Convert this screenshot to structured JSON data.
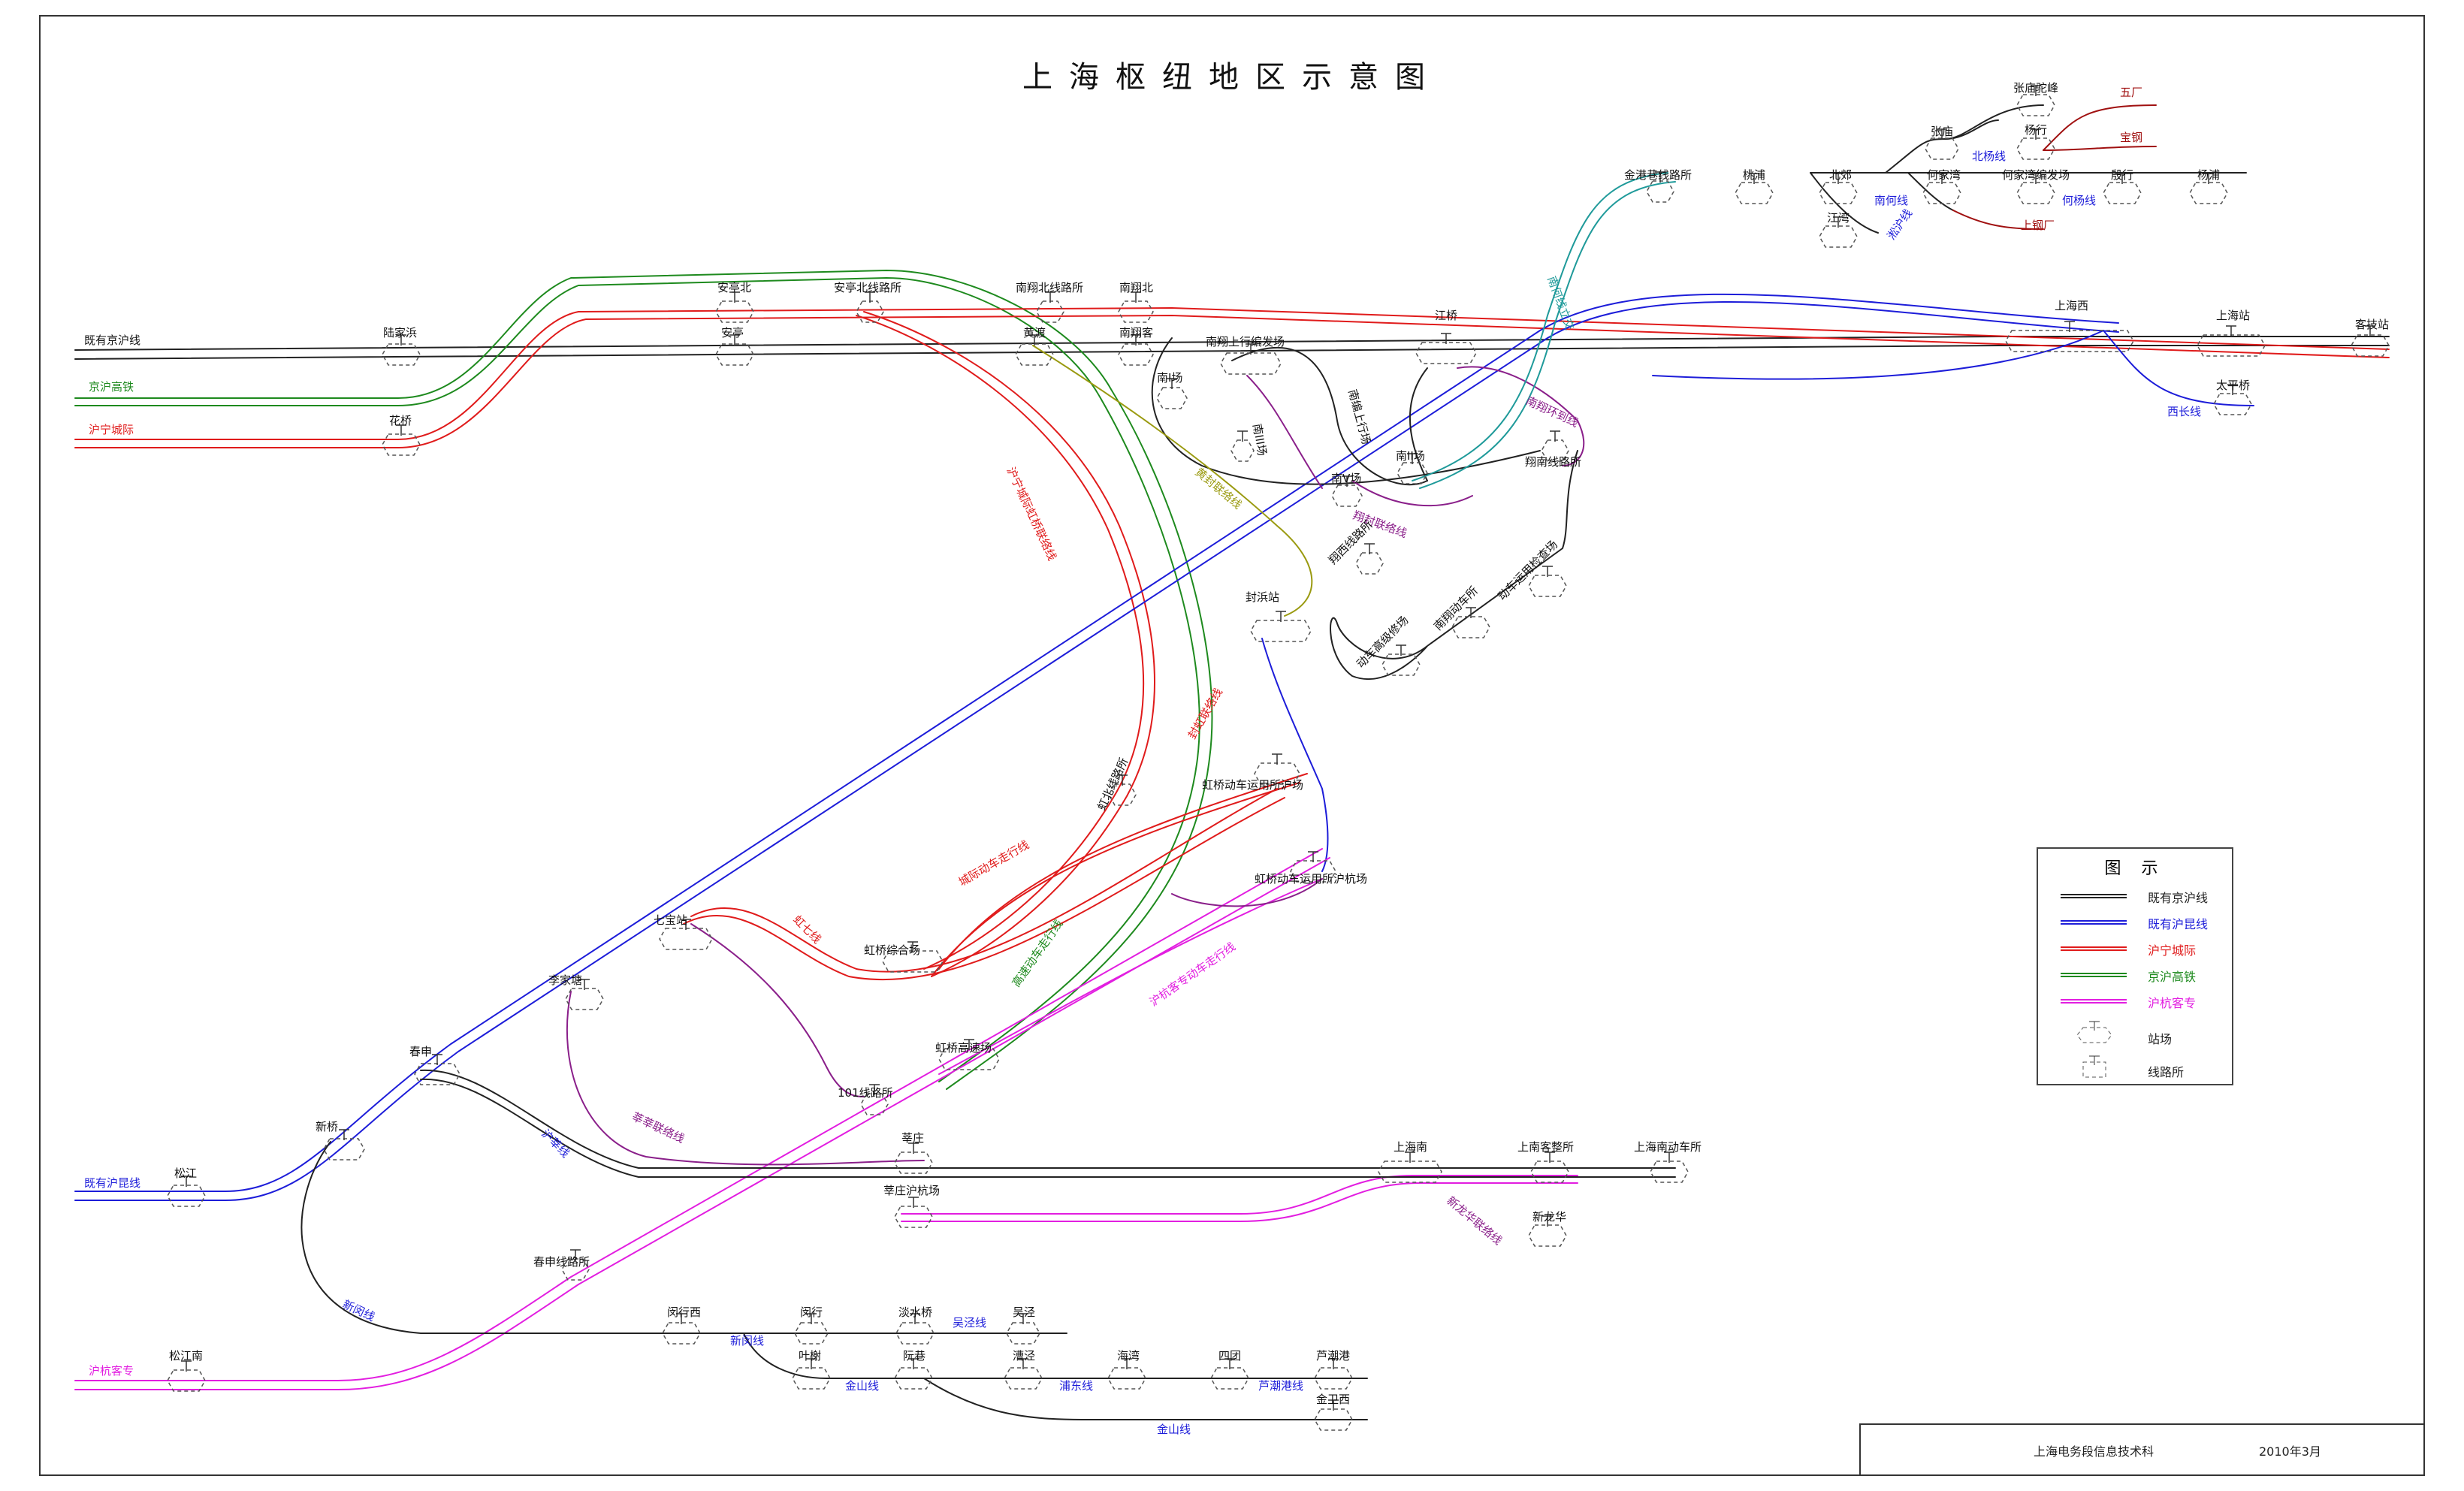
{
  "title": "上海枢纽地区示意图",
  "colors": {
    "jinghu_existing": "#222222",
    "hukun_existing": "#1d1dd9",
    "huning_intercity": "#e01b1b",
    "jinghu_hsr": "#1e8a1e",
    "huhang_pdl": "#e21ee0",
    "liaison_purple": "#8a1f8a",
    "liaison_olive": "#9a9a10",
    "liaison_teal": "#1f9a9a",
    "branch_red": "#a01010"
  },
  "line_labels": {
    "jinghu_existing": "既有京沪线",
    "jinghu_hsr": "京沪高铁",
    "huning_intercity": "沪宁城际",
    "hukun_existing": "既有沪昆线",
    "huhang_pdl": "沪杭客专",
    "beiyang": "北杨线",
    "nanhe": "南何线",
    "songhu": "淞沪线",
    "heyang": "何杨线",
    "xichang": "西长线",
    "nanhe_connect": "南何线立交",
    "nanxiang_loop": "南翔环到线",
    "huangfeng": "黄封联络线",
    "xiangfeng": "翔封联络线",
    "nanbian_up": "南编上行场",
    "huning_hongqiao": "沪宁城际虹桥联络线",
    "fenghong": "封虹联络线",
    "intercity_emu_main": "城际动车走行线",
    "hongqi": "虹七线",
    "hsr_emu_main": "高速动车走行线",
    "huhang_emu_main": "沪杭客专动车走行线",
    "xinsheng": "莘莘联络线",
    "hufeng": "沪莘线",
    "xinmin": "新闵线",
    "jinshan": "金山线",
    "pudong": "浦东线",
    "luchaogang": "芦潮港线",
    "wujing": "吴泾线",
    "xinlonghua": "新龙华联络线"
  },
  "stations": {
    "luhuabang": "陆家浜",
    "huaqiao": "花桥",
    "antingbei": "安亭北",
    "anting": "安亭",
    "antingbei_lineyard": "安亭北线路所",
    "nanxiangbei_lineyard": "南翔北线路所",
    "nanxiangbei": "南翔北",
    "huangdu": "黄渡",
    "nanxiangke": "南翔客",
    "nanxiang_up_yard": "南翔上行编发场",
    "jiangqiao": "江桥",
    "shanghaixi": "上海西",
    "shanghai": "上海站",
    "kejizhan": "客技站",
    "taipingqiao": "太平桥",
    "nan1": "南I场",
    "nan3": "南III场",
    "nan2": "南II场",
    "nan5": "南V场",
    "jingang_lineyard": "金港巷线路所",
    "taopu": "桃浦",
    "beijiao": "北郊",
    "jiangwan": "江湾",
    "zhangmiao": "张庙",
    "zhangmiao_tuofeng": "张庙驼峰",
    "yanghang": "杨行",
    "hejiawan": "何家湾",
    "hejiawan_yard": "何家湾编发场",
    "yinhang": "殷行",
    "yangpu": "杨浦",
    "wuchang": "五厂",
    "baogang": "宝钢",
    "shanggang": "上钢厂",
    "xiangnan_lineyard": "翔南线路所",
    "xiangxi_lineyard": "翔西线路所",
    "fengbang": "封浜站",
    "emu_high_maint": "动车高级修场",
    "nanxiang_emu": "南翔动车所",
    "emu_check": "动车运用检查场",
    "hongbei_lineyard": "虹北线路所",
    "hongqiao_emu_hu": "虹桥动车运用所沪场",
    "hongqiao_emu_huhang": "虹桥动车运用所沪杭场",
    "qibao": "七宝站",
    "hongqiao_complex": "虹桥综合场",
    "hongqiao_hs": "虹桥高速场",
    "lijiatang": "李家塘",
    "chunshen": "春申",
    "lineyard_101": "101线路所",
    "xinqiao": "新桥",
    "songjiang": "松江",
    "xinzhuang": "莘庄",
    "xinzhuang_huhang": "莘庄沪杭场",
    "shanghainan": "上海南",
    "shanghainan_ke": "上南客整所",
    "shanghainan_emu": "上海南动车所",
    "xinlonghua": "新龙华",
    "chunshen_lineyard": "春申线路所",
    "minhangxi": "闵行西",
    "minhang": "闵行",
    "tanshuiqiao": "淡水桥",
    "wujing": "吴泾",
    "yeshu": "叶榭",
    "ruanxiang": "阮巷",
    "caojing": "漕泾",
    "haiwan": "海湾",
    "situan": "四团",
    "luchaogang": "芦潮港",
    "jinweixi": "金卫西",
    "songjiangnan": "松江南"
  },
  "legend": {
    "heading": "图 示",
    "items": [
      {
        "label": "既有京沪线",
        "color": "#222222"
      },
      {
        "label": "既有沪昆线",
        "color": "#1d1dd9"
      },
      {
        "label": "沪宁城际",
        "color": "#e01b1b"
      },
      {
        "label": "京沪高铁",
        "color": "#1e8a1e"
      },
      {
        "label": "沪杭客专",
        "color": "#e21ee0"
      }
    ],
    "yard_label": "站场",
    "lineyard_label": "线路所"
  },
  "footer": {
    "org": "上海电务段信息技术科",
    "date": "2010年3月"
  }
}
